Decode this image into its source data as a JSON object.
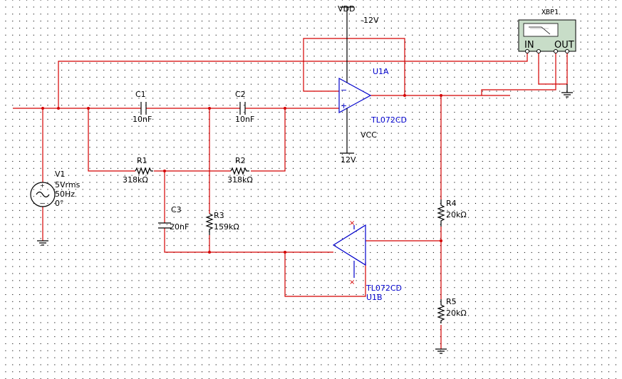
{
  "components": {
    "vdd": "VDD",
    "neg12": "-12V",
    "vcc": "VCC",
    "pos12": "12V",
    "u1a": {
      "name": "U1A",
      "part": "TL072CD"
    },
    "u1b": {
      "name": "U1B",
      "part": "TL072CD"
    },
    "c1": {
      "ref": "C1",
      "value": "10nF"
    },
    "c2": {
      "ref": "C2",
      "value": "10nF"
    },
    "c3": {
      "ref": "C3",
      "value": "20nF"
    },
    "r1": {
      "ref": "R1",
      "value": "318kΩ"
    },
    "r2": {
      "ref": "R2",
      "value": "318kΩ"
    },
    "r3": {
      "ref": "R3",
      "value": "159kΩ"
    },
    "r4": {
      "ref": "R4",
      "value": "20kΩ"
    },
    "r5": {
      "ref": "R5",
      "value": "20kΩ"
    },
    "v1": {
      "ref": "V1",
      "amplitude": "5Vrms",
      "frequency": "50Hz",
      "phase": "0°"
    }
  },
  "bode_plotter": {
    "ref": "XBP1",
    "in_label": "IN",
    "out_label": "OUT"
  },
  "colors": {
    "wire": "#d40000",
    "component": "#000000",
    "opamp": "#0000cc",
    "instrument_bg": "#c8ddc8"
  }
}
